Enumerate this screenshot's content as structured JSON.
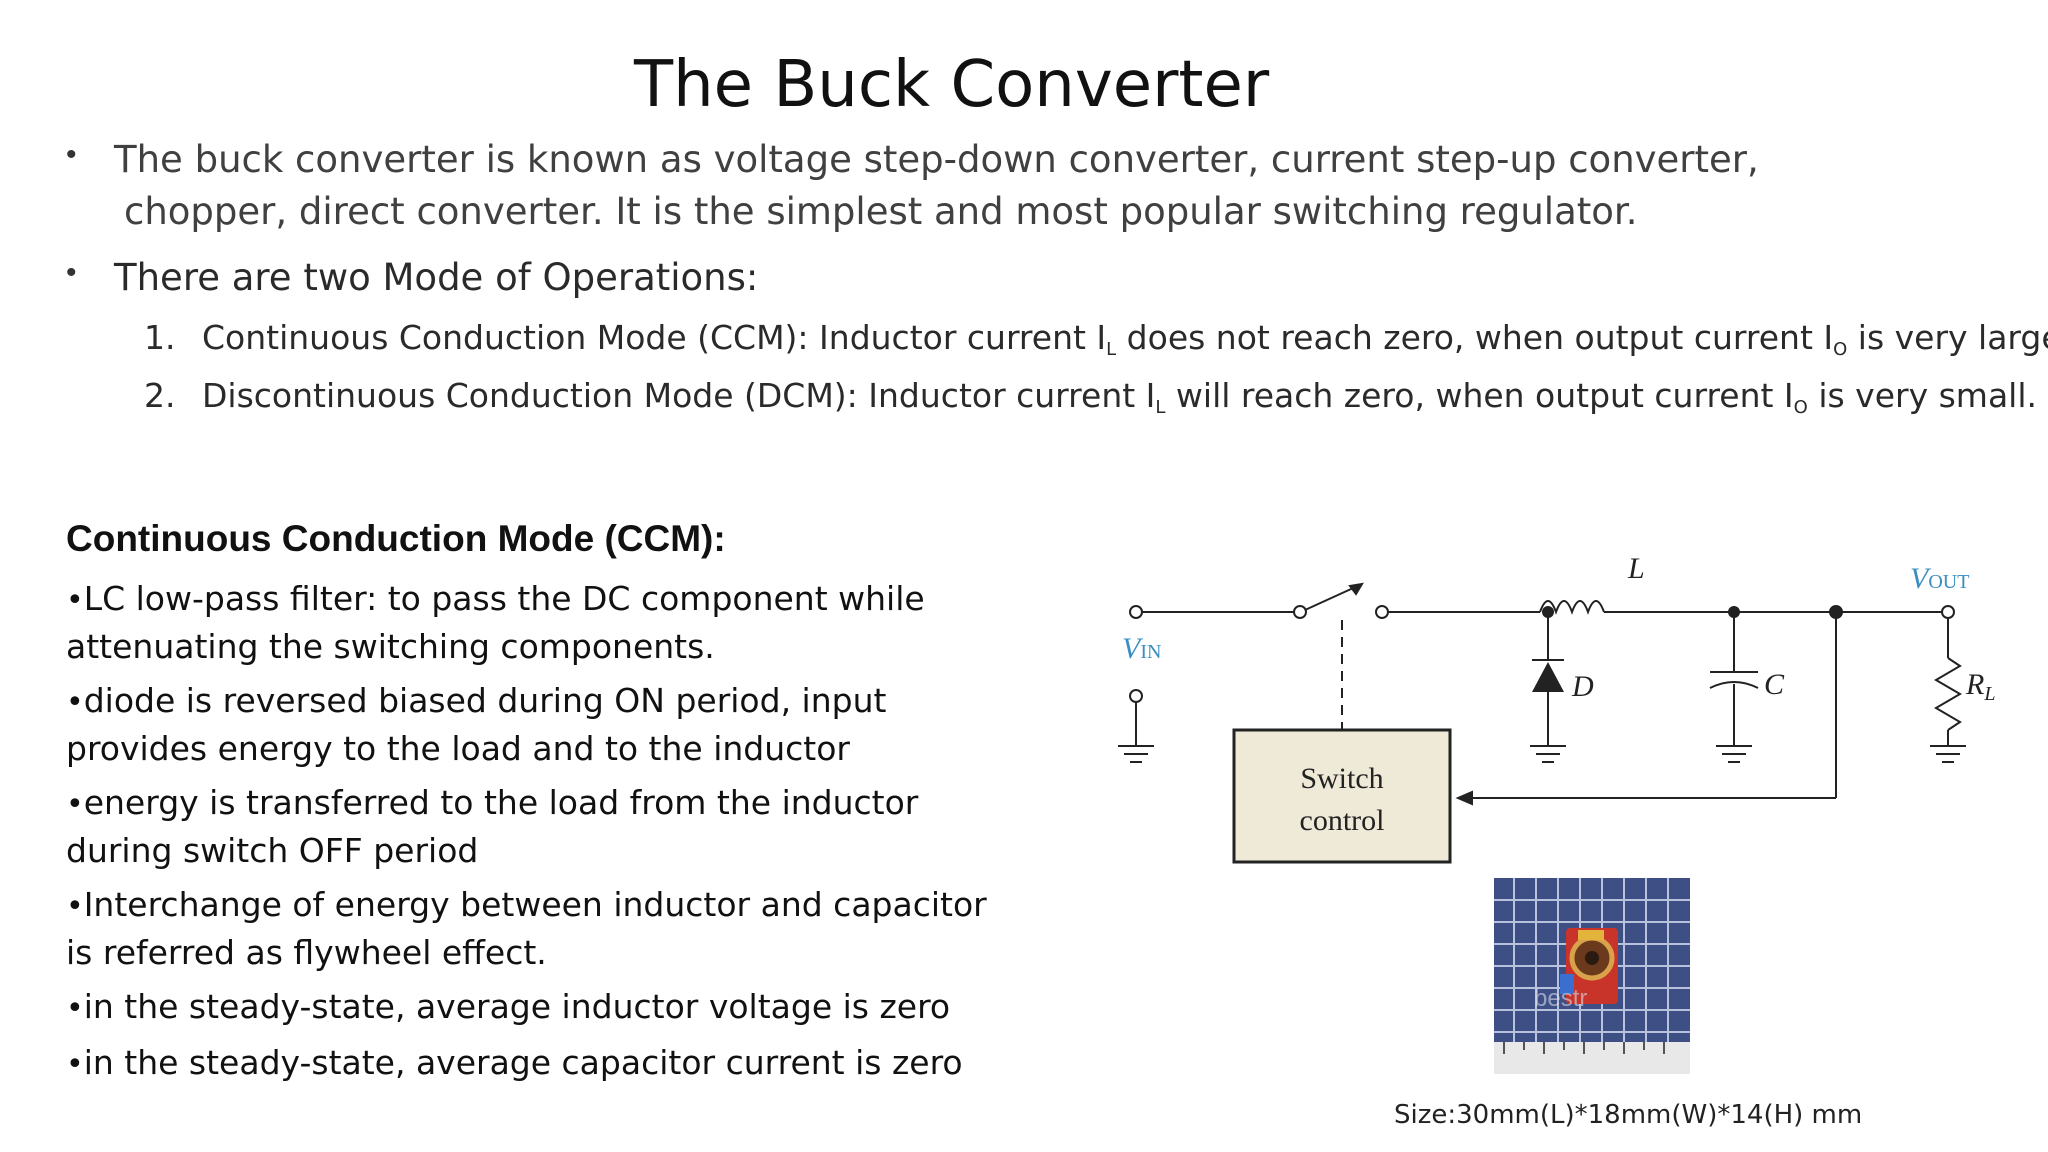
{
  "title": "The Buck Converter",
  "bullets": [
    {
      "line1": "The buck converter is known as voltage step-down converter, current step-up converter,",
      "line2": "chopper, direct converter.  It is the simplest and most popular switching regulator."
    },
    {
      "line1": "There are two Mode of Operations:"
    }
  ],
  "modes": [
    {
      "num": "1.",
      "pre": "Continuous Conduction Mode (CCM): Inductor current I",
      "sub1": "L",
      "mid": " does not reach zero, when output current I",
      "sub2": "O",
      "post": " is very large."
    },
    {
      "num": "2.",
      "pre": "Discontinuous Conduction Mode (DCM): Inductor current I",
      "sub1": "L",
      "mid": " will reach zero, when output current I",
      "sub2": "O",
      "post": " is very small."
    }
  ],
  "ccm": {
    "heading": "Continuous Conduction Mode (CCM):",
    "bullet_char": "•",
    "items": [
      "LC low-pass filter: to pass  the DC component while attenuating the switching components.",
      "diode is reversed biased during ON period, input provides energy to the load and to the inductor",
      "energy is transferred to the load from the inductor during switch OFF period",
      "Interchange of energy between inductor and capacitor is referred as flywheel effect.",
      "in the steady-state, average inductor voltage is zero",
      "in the steady-state, average capacitor current is zero"
    ]
  },
  "circuit": {
    "vin": "V",
    "vin_sub": "IN",
    "vout": "V",
    "vout_sub": "OUT",
    "inductor": "L",
    "diode": "D",
    "capacitor": "C",
    "load": "R",
    "load_sub": "L",
    "switch_line1": "Switch",
    "switch_line2": "control",
    "label_color": "#3a8fc0"
  },
  "photo": {
    "watermark": "bestr"
  },
  "caption": "Size:30mm(L)*18mm(W)*14(H) mm"
}
